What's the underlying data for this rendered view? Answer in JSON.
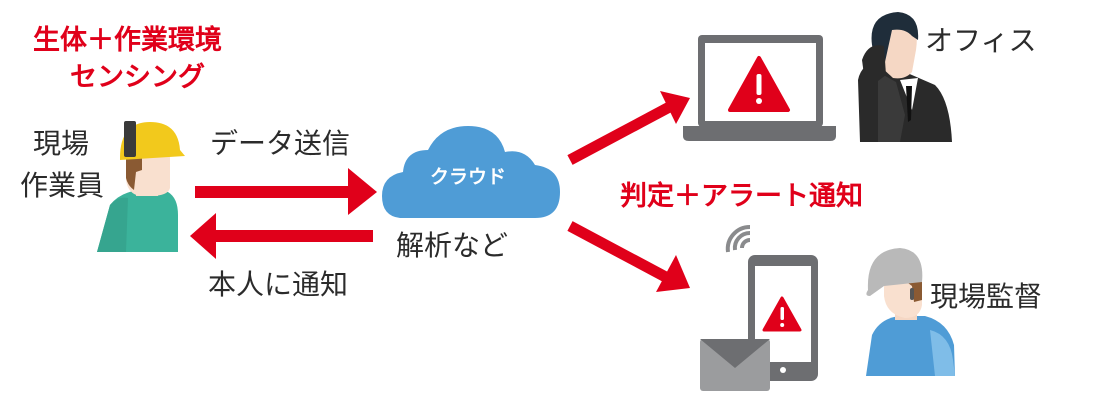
{
  "title": {
    "line1": "生体＋作業環境",
    "line2": "センシング"
  },
  "worker": {
    "label_line1": "現場",
    "label_line2": "作業員"
  },
  "arrows": {
    "send_label": "データ送信",
    "notify_self_label": "本人に通知"
  },
  "cloud": {
    "label": "クラウド",
    "caption": "解析など"
  },
  "alert": {
    "label": "判定＋アラート通知"
  },
  "office": {
    "label": "オフィス"
  },
  "supervisor": {
    "label": "現場監督"
  },
  "colors": {
    "red": "#e0001a",
    "cloud": "#4f9cd6",
    "device": "#6d6e71",
    "worker_shirt": "#3bb39b",
    "helmet": "#f2c91c"
  }
}
